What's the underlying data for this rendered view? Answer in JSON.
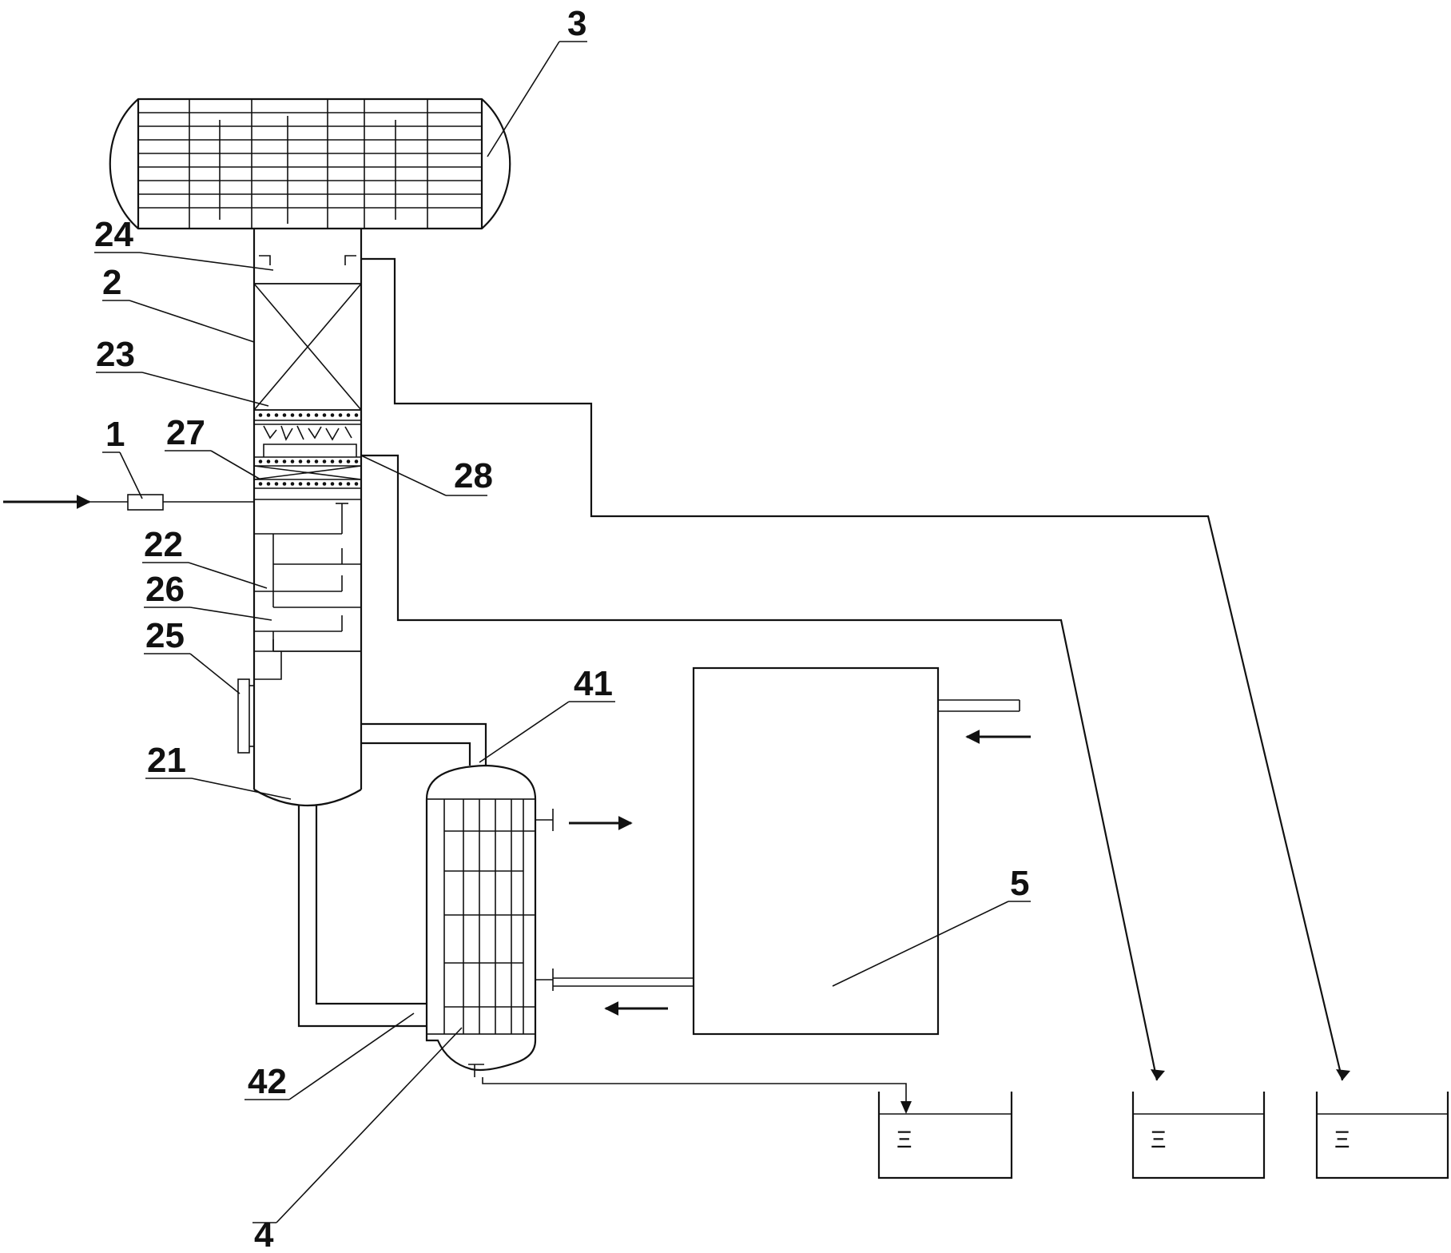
{
  "labels": {
    "l1": "1",
    "l2": "2",
    "l3": "3",
    "l4": "4",
    "l5": "5",
    "l21": "21",
    "l22": "22",
    "l23": "23",
    "l24": "24",
    "l25": "25",
    "l26": "26",
    "l27": "27",
    "l28": "28",
    "l41": "41",
    "l42": "42"
  }
}
